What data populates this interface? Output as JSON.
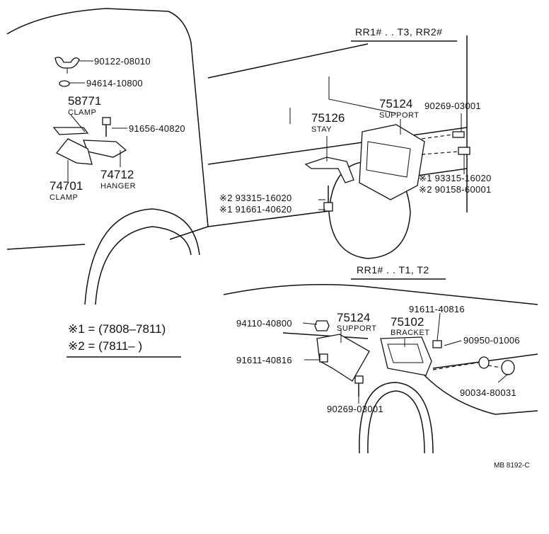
{
  "sections": {
    "upper_header": "RR1# . . T3, RR2#",
    "lower_header": "RR1# . . T1, T2"
  },
  "upper_parts": {
    "p1": "90122-08010",
    "p2": "94614-10800",
    "p3_num": "58771",
    "p3_name": "CLAMP",
    "p4": "91656-40820",
    "p5_num": "74712",
    "p5_name": "HANGER",
    "p6_num": "74701",
    "p6_name": "CLAMP",
    "p7_num": "75126",
    "p7_name": "STAY",
    "p8_num": "75124",
    "p8_name": "SUPPORT",
    "p9": "90269-03001",
    "p10": "※1 93315-16020",
    "p11": "※2 90158-60001",
    "p12": "※2 93315-16020",
    "p13": "※1 91661-40620"
  },
  "lower_parts": {
    "p1": "94110-40800",
    "p2_num": "75124",
    "p2_name": "SUPPORT",
    "p3": "91611-40816",
    "p4_num": "75102",
    "p4_name": "BRACKET",
    "p5": "90950-01006",
    "p6": "91611-40816",
    "p7": "90269-03001",
    "p8": "90034-80031"
  },
  "legend": {
    "line1": "※1 = (7808–7811)",
    "line2": "※2 = (7811–        )"
  },
  "code": "MB 8192-C"
}
